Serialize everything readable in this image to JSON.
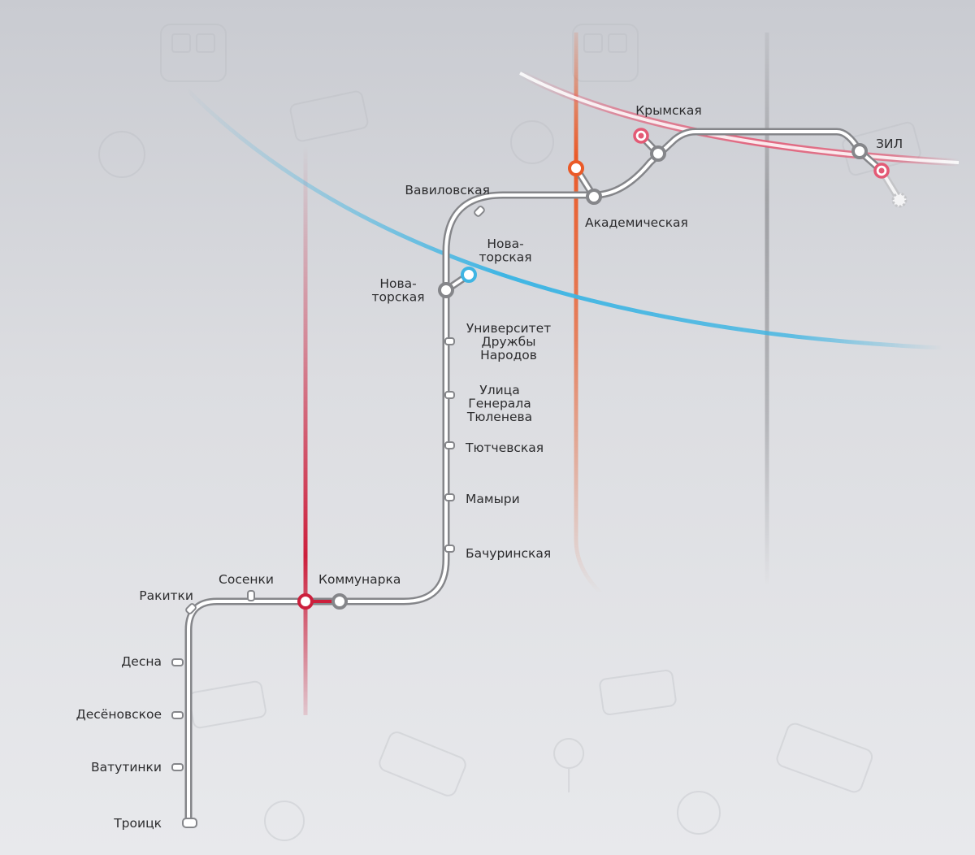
{
  "colors": {
    "background_top": "#c9cbd1",
    "background_bottom": "#e8e9ec",
    "main_line": "#8a8b8f",
    "blue_line": "#3fb5e3",
    "red_line": "#cc1f3c",
    "orange_line": "#ea5a28",
    "grey_line": "#9a9b9f",
    "circle_line": "#e35a75"
  },
  "stations": [
    {
      "id": "krymskaya",
      "name": "Крымская"
    },
    {
      "id": "zil",
      "name": "ЗИЛ"
    },
    {
      "id": "vavilovskaya",
      "name": "Вавиловская"
    },
    {
      "id": "akademicheskaya",
      "name": "Академическая"
    },
    {
      "id": "novatorskaya_bcl",
      "name": "Нова-\nторская"
    },
    {
      "id": "novatorskaya",
      "name": "Нова-\nторская"
    },
    {
      "id": "university",
      "name": "Университет\nДружбы\nНародов"
    },
    {
      "id": "tyuleneva",
      "name": "Улица\nГенерала\nТюленева"
    },
    {
      "id": "tyutchevskaya",
      "name": "Тютчевская"
    },
    {
      "id": "mamyri",
      "name": "Мамыри"
    },
    {
      "id": "bachurinskaya",
      "name": "Бачуринская"
    },
    {
      "id": "kommunarka",
      "name": "Коммунарка"
    },
    {
      "id": "sosenki",
      "name": "Сосенки"
    },
    {
      "id": "rakitki",
      "name": "Ракитки"
    },
    {
      "id": "desna",
      "name": "Десна"
    },
    {
      "id": "desenovskoye",
      "name": "Десёновское"
    },
    {
      "id": "vatutinki",
      "name": "Ватутинки"
    },
    {
      "id": "troitsk",
      "name": "Троицк"
    }
  ]
}
